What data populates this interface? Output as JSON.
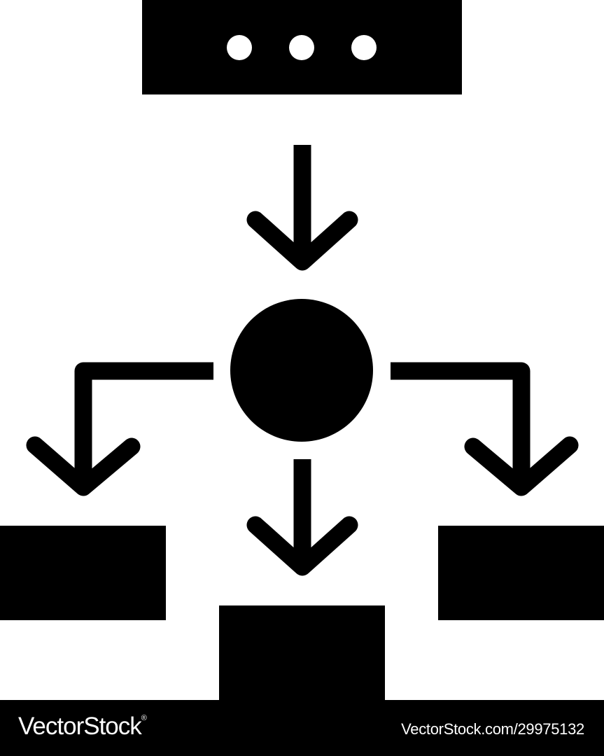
{
  "colors": {
    "ink": "#000000",
    "paper": "#ffffff"
  },
  "diagram": {
    "icon": "flowchart-icon",
    "nodes": [
      {
        "name": "top-box-with-dots-icon",
        "shape": "rectangle",
        "decoration": "three-dots"
      },
      {
        "name": "center-circle-node",
        "shape": "circle"
      },
      {
        "name": "left-output-box",
        "shape": "rectangle"
      },
      {
        "name": "center-output-box",
        "shape": "rectangle"
      },
      {
        "name": "right-output-box",
        "shape": "rectangle"
      }
    ],
    "arrows": [
      {
        "name": "arrow-top-to-circle",
        "direction": "down"
      },
      {
        "name": "arrow-circle-to-left-box",
        "direction": "left-then-down"
      },
      {
        "name": "arrow-circle-to-center-box",
        "direction": "down"
      },
      {
        "name": "arrow-circle-to-right-box",
        "direction": "right-then-down"
      }
    ]
  },
  "footer": {
    "brand": "VectorStock",
    "brand_mark": "®",
    "image_id": "VectorStock.com/29975132"
  }
}
